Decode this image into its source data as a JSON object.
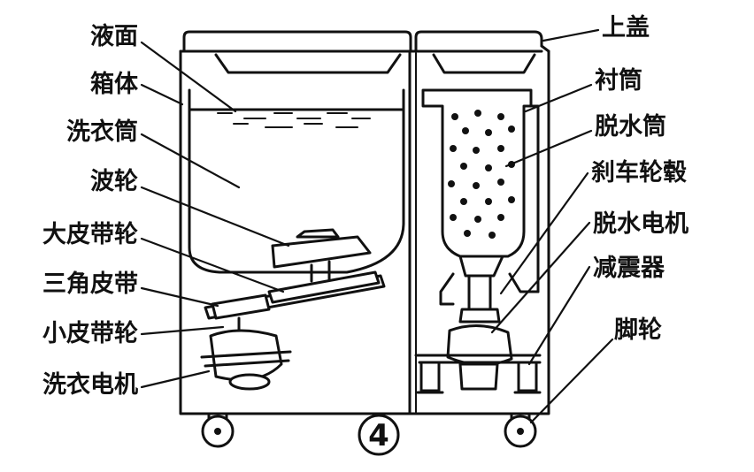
{
  "left_labels": {
    "liquid_surface": "液面",
    "cabinet": "箱体",
    "wash_tub": "洗衣筒",
    "pulsator": "波轮",
    "large_pulley": "大皮带轮",
    "v_belt": "三角皮带",
    "small_pulley": "小皮带轮",
    "wash_motor": "洗衣电机"
  },
  "right_labels": {
    "top_lid": "上盖",
    "liner": "衬筒",
    "spin_tub": "脱水筒",
    "brake_hub": "刹车轮毂",
    "spin_motor": "脱水电机",
    "shock_absorber": "减震器",
    "caster": "脚轮"
  },
  "figure_number": "4"
}
